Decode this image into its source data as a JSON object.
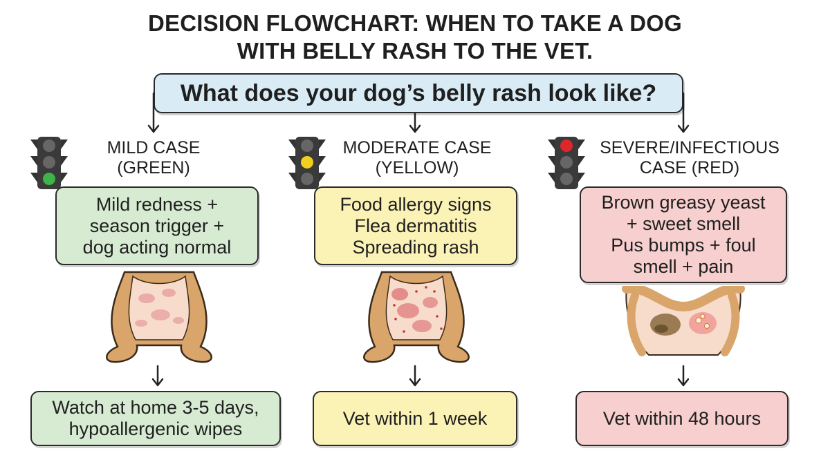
{
  "title": {
    "line1": "DECISION FLOWCHART: WHEN TO TAKE A DOG",
    "line2": "WITH BELLY RASH TO THE VET."
  },
  "question": "What does your dog’s belly rash look like?",
  "cases": [
    {
      "level": "green",
      "light_color": "#3db34a",
      "label": [
        "MILD CASE",
        "(GREEN)"
      ],
      "symptoms": [
        "Mild redness +",
        "season trigger +",
        "dog acting normal"
      ],
      "action": [
        "Watch at home 3-5 days,",
        "hypoallergenic wipes"
      ]
    },
    {
      "level": "yellow",
      "light_color": "#f2cf1f",
      "label": [
        "MODERATE CASE",
        "(YELLOW)"
      ],
      "symptoms": [
        "Food allergy signs",
        "Flea dermatitis",
        "Spreading rash"
      ],
      "action": [
        "Vet within 1 week"
      ]
    },
    {
      "level": "red",
      "light_color": "#e0262b",
      "label": [
        "SEVERE/INFECTIOUS",
        "CASE (RED)"
      ],
      "symptoms": [
        "Brown greasy yeast",
        "+ sweet smell",
        "Pus bumps + foul",
        "smell + pain"
      ],
      "action": [
        "Vet within 48 hours"
      ]
    }
  ],
  "colors": {
    "question_bg": "#d9ebf5",
    "green_bg": "#d7ebd2",
    "yellow_bg": "#fbf2b6",
    "red_bg": "#f6cfce",
    "fur": "#d9a56a",
    "skin": "#f7dccb"
  },
  "icons": [
    "traffic-light-icon",
    "arrow-down-icon",
    "dog-belly-illustration"
  ]
}
